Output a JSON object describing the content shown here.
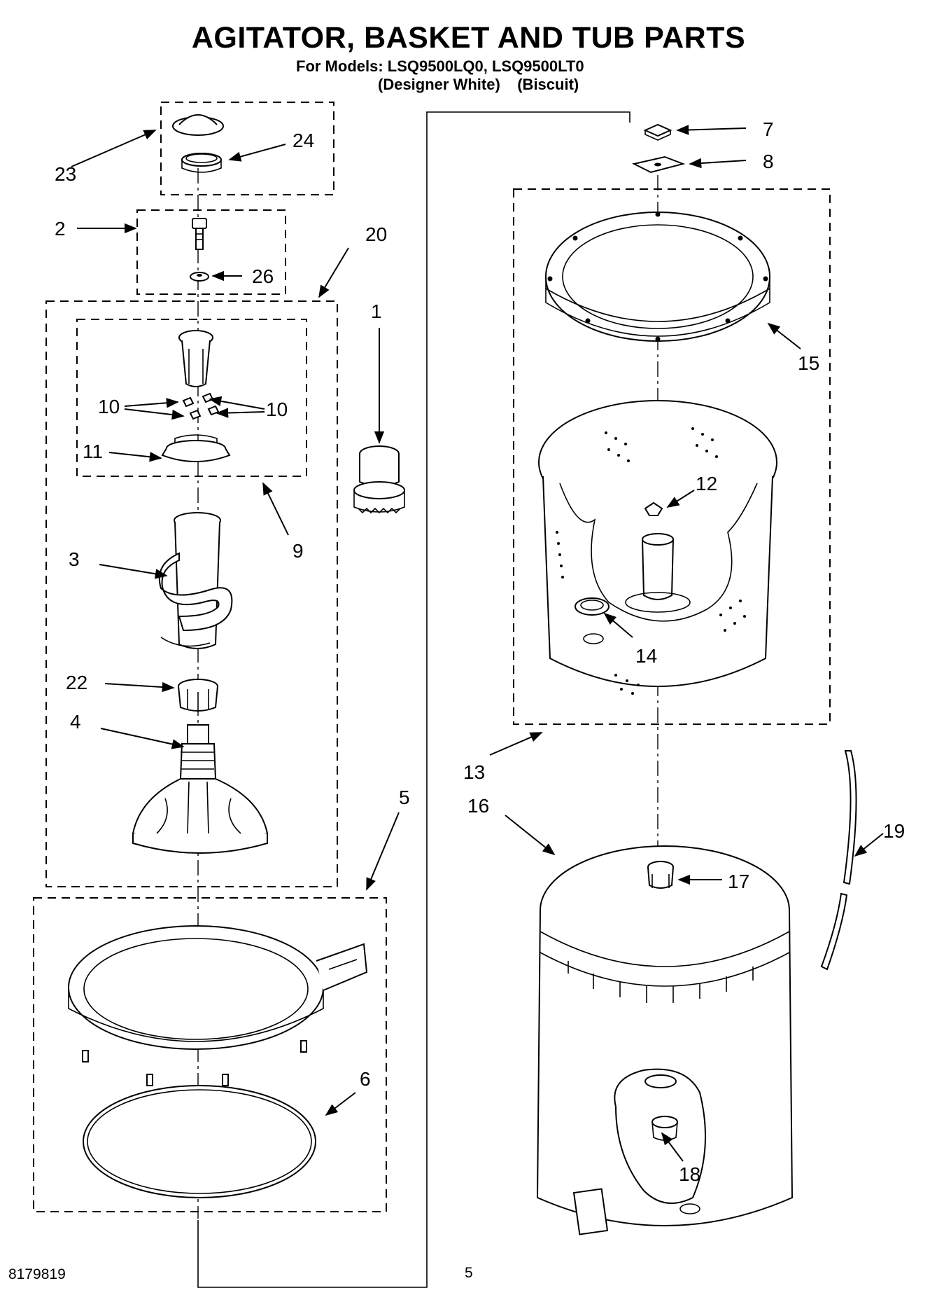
{
  "header": {
    "title": "AGITATOR, BASKET AND TUB PARTS",
    "models_line": "For Models: LSQ9500LQ0, LSQ9500LT0",
    "colors_line": "(Designer White)    (Biscuit)"
  },
  "footer": {
    "doc_number": "8179819",
    "page_number": "5"
  },
  "callouts": [
    "1",
    "2",
    "3",
    "4",
    "5",
    "6",
    "7",
    "8",
    "9",
    "10",
    "10",
    "11",
    "12",
    "13",
    "14",
    "15",
    "16",
    "17",
    "18",
    "19",
    "20",
    "22",
    "23",
    "24",
    "26"
  ],
  "style": {
    "ink": "#000000",
    "paper": "#ffffff"
  }
}
